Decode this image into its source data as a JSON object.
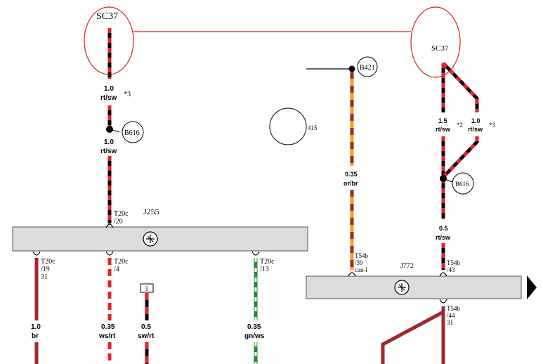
{
  "labels": {
    "sc37_left": "SC37",
    "sc37_right": "SC37",
    "j255": "J255",
    "j772": "J772",
    "b616_left": "B616",
    "b616_right": "B616",
    "b421": "B421",
    "partial_415": "415",
    "box_3": "3"
  },
  "wires": {
    "w1_size": "1.0",
    "w1_color": "rt/sw",
    "w1_note": "*3",
    "w2_size": "1.0",
    "w2_color": "rt/sw",
    "w3_size": "0.35",
    "w3_color": "or/br",
    "w4_size": "1.5",
    "w4_color": "rt/sw",
    "w4_note": "*2",
    "w5_size": "1.0",
    "w5_color": "rt/sw",
    "w5_note": "*3",
    "w6_size": "0.5",
    "w6_color": "rt/sw",
    "w7_size": "1.0",
    "w7_color": "br",
    "w8_size": "0.35",
    "w8_color": "ws/rt",
    "w9_size": "0.5",
    "w9_color": "sw/rt",
    "w10_size": "0.35",
    "w10_color": "gn/ws"
  },
  "pins": {
    "p1_a": "T20c",
    "p1_b": "/20",
    "p2_a": "T20c",
    "p2_b": "/19",
    "p2_c": "31",
    "p3_a": "T20c",
    "p3_b": "/4",
    "p4_a": "T20c",
    "p4_b": "/13",
    "p5_a": "T54b",
    "p5_b": "/39",
    "p5_c": "can-l",
    "p6_a": "T54b",
    "p6_b": "/43",
    "p7_a": "T54b",
    "p7_b": "/44",
    "p7_c": "31"
  },
  "colors": {
    "red": "#e8202a",
    "black": "#000000",
    "orange": "#f2a41c",
    "brown": "#a0282a",
    "green": "#1f8a2e",
    "white": "#ffffff",
    "bar": "#dcdcdc",
    "highlight": "#d42020"
  }
}
